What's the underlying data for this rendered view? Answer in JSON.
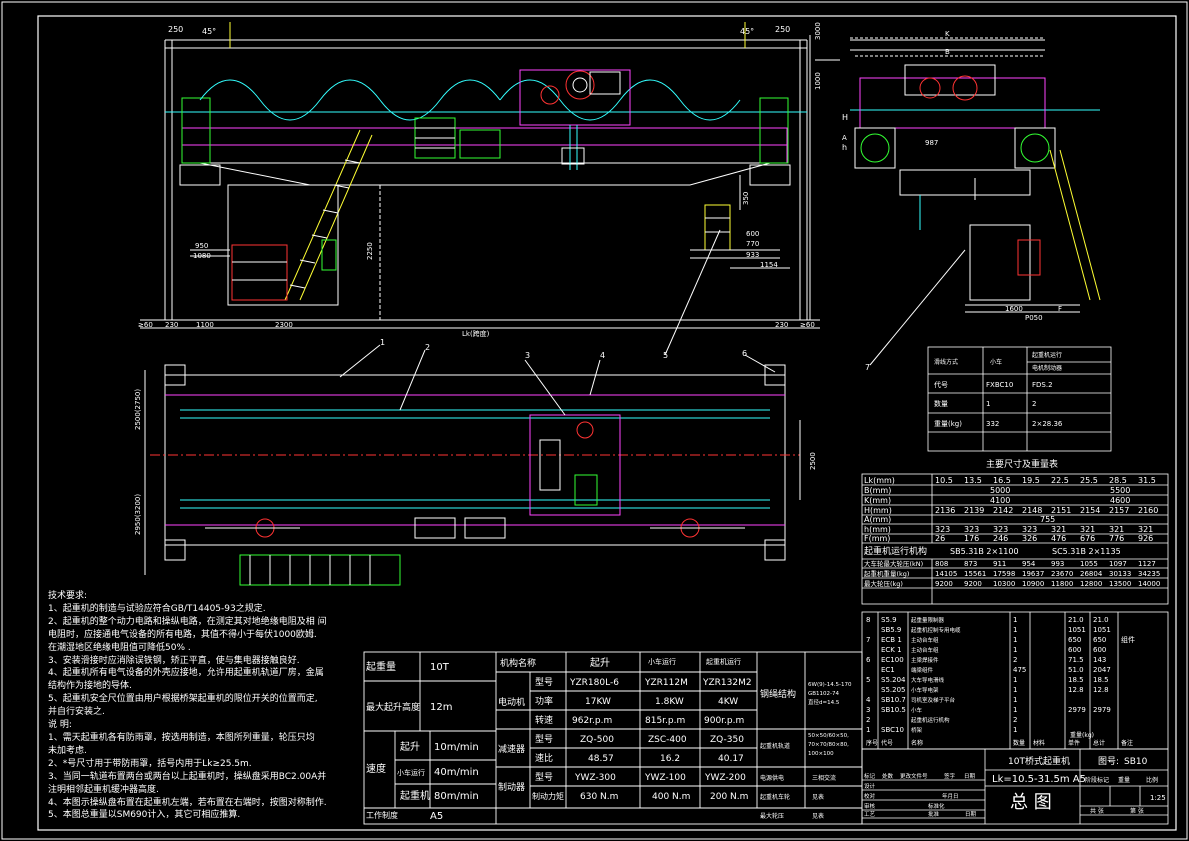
{
  "drawing": {
    "title": "10T桥式起重机",
    "subtitle": "Lk=10.5-31.5m A5",
    "drawing_no_label": "图号:",
    "drawing_no": "SB10",
    "sheet_title": "总  图",
    "scale": "1:25"
  },
  "front_view": {
    "dims": {
      "d250_left": "250",
      "d250_right": "250",
      "d45_left": "45°",
      "d45_right": "45°",
      "d3000": "3000",
      "d1000": "1000",
      "d950": "950",
      "d1080": "1080",
      "d2250": "2250",
      "d600": "600",
      "d770": "770",
      "d933": "933",
      "d1154": "1154",
      "d350": "350",
      "d_ge60_left": "≥60",
      "d230_left": "230",
      "d1100": "1100",
      "d2300": "2300",
      "lk": "Lk(跨度)",
      "d230_right": "230",
      "d_ge60_right": "≥60",
      "H": "H",
      "h": "h"
    }
  },
  "side_view": {
    "dims": {
      "K": "K",
      "B": "B",
      "A": "A",
      "d987": "987",
      "d1600": "1600",
      "F": "F",
      "P": "P050"
    }
  },
  "plan_view": {
    "dims": {
      "d2500": "2500(2750)",
      "d2950": "2950(3200)",
      "d2500b": "2500",
      "d1": "1"
    },
    "callouts": [
      "1",
      "2",
      "3",
      "4",
      "5",
      "6",
      "7"
    ]
  },
  "parts_list": {
    "headers": [
      "滑线方式",
      "小车",
      "起重机运行",
      "电机制动器"
    ],
    "rows": [
      [
        "代号",
        "FXBC10",
        "FDS.2"
      ],
      [
        "数量",
        "1",
        "2"
      ],
      [
        "重量(kg)",
        "332",
        "2×28.36"
      ]
    ]
  },
  "main_dims": {
    "title": "主要尺寸及重量表",
    "rows": [
      {
        "label": "Lk(mm)",
        "values": [
          "10.5",
          "13.5",
          "16.5",
          "19.5",
          "22.5",
          "25.5",
          "28.5",
          "31.5"
        ]
      },
      {
        "label": "B(mm)",
        "values": [
          "5000",
          "5500"
        ]
      },
      {
        "label": "K(mm)",
        "values": [
          "4100",
          "4600"
        ]
      },
      {
        "label": "H(mm)",
        "values": [
          "2136",
          "2139",
          "2142",
          "2148",
          "2151",
          "2154",
          "2157",
          "2160"
        ]
      },
      {
        "label": "A(mm)",
        "values": [
          "755"
        ]
      },
      {
        "label": "h(mm)",
        "values": [
          "323",
          "323",
          "323",
          "323",
          "321",
          "321",
          "321",
          "321"
        ]
      },
      {
        "label": "F(mm)",
        "values": [
          "26",
          "176",
          "246",
          "326",
          "476",
          "676",
          "776",
          "926"
        ]
      }
    ],
    "travel_title": "起重机运行机构",
    "travel_left": "SB5.31B 2×1100",
    "travel_right": "SC5.31B 2×1135",
    "weight_rows": [
      {
        "label": "大车轮最大轮压(kN)",
        "values": [
          "808",
          "873",
          "911",
          "954",
          "993",
          "1055",
          "1097",
          "1127"
        ]
      },
      {
        "label": "起重机重量(kg)",
        "values": [
          "14105",
          "15561",
          "17598",
          "19637",
          "23670",
          "26804",
          "30133",
          "34235"
        ]
      },
      {
        "label": "最大轮压(kg)",
        "values": [
          "9200",
          "9200",
          "10300",
          "10900",
          "11800",
          "12800",
          "13500",
          "14000"
        ]
      }
    ]
  },
  "electrical_list": {
    "rows": [
      [
        "8",
        "S5.9",
        "起重量限制器",
        "1",
        "",
        "21.0",
        "21.0",
        ""
      ],
      [
        "",
        "SB5.9",
        "起重机控制专用电缆",
        "1",
        "",
        "1051",
        "1051",
        ""
      ],
      [
        "7",
        "ECB 1",
        "主动台车组",
        "1",
        "",
        "650",
        "650",
        "组件"
      ],
      [
        "",
        "ECK 1",
        "主动台车组",
        "1",
        "",
        "600",
        "600",
        ""
      ],
      [
        "6",
        "EC100",
        "主梁焊接件",
        "2",
        "",
        "71.5",
        "143",
        ""
      ],
      [
        "",
        "EC1",
        "端梁组件",
        "475",
        "",
        "51.0",
        "2047",
        ""
      ],
      [
        "5",
        "S5.204",
        "大车导电滑线",
        "1",
        "",
        "18.5",
        "18.5",
        ""
      ],
      [
        "",
        "S5.205",
        "小车导电架",
        "1",
        "",
        "12.8",
        "12.8",
        ""
      ],
      [
        "4",
        "SB10.7",
        "司机室及梯子平台",
        "1",
        "",
        "",
        "",
        ""
      ],
      [
        "3",
        "SB10.5",
        "小车",
        "1",
        "",
        "2979",
        "2979",
        ""
      ],
      [
        "2",
        "",
        "起重机运行机构",
        "2",
        "",
        "",
        "",
        ""
      ],
      [
        "1",
        "SBC10",
        "桥架",
        "1",
        "",
        "",
        "",
        ""
      ]
    ],
    "footer": [
      "序号",
      "代号",
      "名称",
      "数量",
      "材料",
      "单件",
      "总计",
      "备注"
    ],
    "weight_label": "重量(kg)"
  },
  "spec_table": {
    "capacity_label": "起重量",
    "capacity": "10T",
    "height_label": "最大起升高度",
    "height": "12m",
    "speed_label": "速度",
    "hoist_label": "起升",
    "hoist_speed": "10m/min",
    "trolley_label": "小车运行",
    "trolley_speed": "40m/min",
    "crane_label": "起重机",
    "crane_speed": "80m/min",
    "duty_label": "工作制度",
    "duty": "A5",
    "mech_label": "机构名称",
    "col_hoist": "起升",
    "col_trolley": "小车运行",
    "col_crane": "起重机运行",
    "motor_label": "电动机",
    "type_label": "型号",
    "power_label": "功率",
    "rpm_label": "转速",
    "motor_types": [
      "YZR180L-6",
      "YZR112M",
      "YZR132M2"
    ],
    "powers": [
      "17KW",
      "1.8KW",
      "4KW"
    ],
    "rpms": [
      "962r.p.m",
      "815r.p.m",
      "900r.p.m"
    ],
    "reducer_label": "减速器",
    "ratio_label": "速比",
    "reducer_types": [
      "ZQ-500",
      "ZSC-400",
      "ZQ-350"
    ],
    "ratios": [
      "48.57",
      "16.2",
      "40.17"
    ],
    "brake_label": "制动器",
    "torque_label": "制动力矩",
    "brake_types": [
      "YWZ-300",
      "YWZ-100",
      "YWZ-200"
    ],
    "torques": [
      "630 N.m",
      "400 N.m",
      "200 N.m"
    ],
    "rope_label": "钢绳结构",
    "rope_spec": [
      "6W(9)-14.5-170",
      "GB1102-74",
      "直径d=14.5"
    ],
    "rail_label": "起重机轨道",
    "rail_spec": [
      "50×50/60×50,",
      "70×70/80×80,",
      "100×100"
    ],
    "power_label2": "电源供电",
    "power_val": "三相交流",
    "wheel_label": "起重机车轮",
    "wheel_val": "见表",
    "max_label": "最大轮压",
    "max_val": "见表"
  },
  "title_block": {
    "labels": [
      "标记",
      "处数",
      "更改文件号",
      "签字",
      "日期",
      "设计",
      "校对",
      "审核",
      "工艺",
      "标准化",
      "批准",
      "阶段标记",
      "重量",
      "比例",
      "共  张",
      "第  张",
      "年月日",
      "日期"
    ]
  },
  "notes": {
    "heading": "技术要求:",
    "lines": [
      "1、起重机的制造与试验应符合GB/T14405-93之规定.",
      "2、起重机的整个动力电路和操纵电路，在测定其对地绝缘电阻及相 间",
      "电阻时，应接通电气设备的所有电路，其值不得小于每伏1000欧姆.",
      "在潮湿地区绝缘电阻值可降低50% .",
      "3、安装滑接时应消除误铁钢，矫正平直，使与集电器接触良好.",
      "4、起重机所有电气设备的外壳应接地，允许用起重机轨道厂房，金属",
      "结构作为接地的导体.",
      "5、起重机安全尺位置由用户根据桥架起重机的限位开关的位置而定,",
      "并自行安装之."
    ],
    "heading2": "说    明:",
    "lines2": [
      "1、需天起重机各有防雨罩，按选用制造，本图所列重量，轮压只均",
      "未加考虑.",
      "2、*号尺寸用于带防雨罩，括号内用于Lk≥25.5m.",
      "3、当同一轨道布置两台或两台以上起重机时，操纵盘采用BC2.00A并",
      "注明相邻起重机缓冲器高度.",
      "4、本图示操纵盘布置在起重机左端，若布置在右端时，按图对称制作.",
      "5、本图总重量以SM690计入，其它可相应推算."
    ]
  }
}
